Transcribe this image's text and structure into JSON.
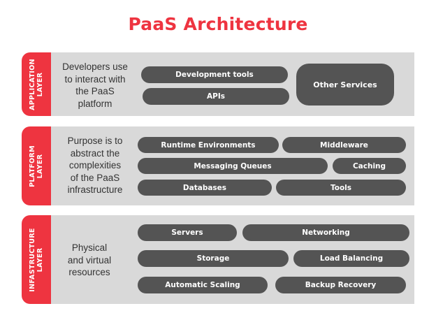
{
  "title": "PaaS Architecture",
  "colors": {
    "accent": "#ee3440",
    "panel": "#d9d9d9",
    "pill": "#545454",
    "text": "#333333"
  },
  "layers": [
    {
      "label": "APPLICATION\nLAYER",
      "description": "Developers use\nto interact with\nthe PaaS\nplatform",
      "components": [
        "Development tools",
        "APIs",
        "Other Services"
      ]
    },
    {
      "label": "PLATFORM\nLAYER",
      "description": "Purpose is to\nabstract the\ncomplexities\nof the PaaS\ninfrastructure",
      "components": [
        "Runtime Environments",
        "Middleware",
        "Messaging Queues",
        "Caching",
        "Databases",
        "Tools"
      ]
    },
    {
      "label": "INFASTRUCTURE\nLAYER",
      "description": "Physical\nand virtual\nresources",
      "components": [
        "Servers",
        "Networking",
        "Storage",
        "Load Balancing",
        "Automatic Scaling",
        "Backup Recovery"
      ]
    }
  ]
}
